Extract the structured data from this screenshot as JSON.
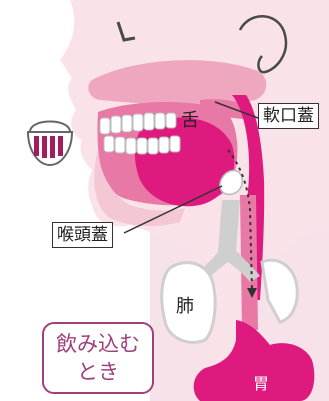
{
  "labels": {
    "soft_palate": "軟口蓋",
    "tongue": "舌",
    "epiglottis": "喉頭蓋",
    "lung": "肺",
    "stomach": "胃"
  },
  "caption": {
    "line1": "飲み込む",
    "line2": "とき"
  },
  "colors": {
    "skin": "#f9e3e8",
    "pink_light": "#efa6bf",
    "pink_mid": "#e879a6",
    "magenta": "#de1a7e",
    "gray": "#cfcfcf",
    "caption_border": "#a0407a"
  }
}
